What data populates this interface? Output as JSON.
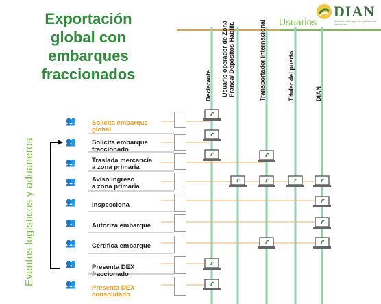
{
  "header": {
    "title_lines": [
      "Exportación",
      "global con",
      "embarques",
      "fraccionados"
    ],
    "usuarios_label": "Usuarios",
    "logo_text": "DIAN",
    "logo_subtitle": "Dirección de Impuestos y Aduanas Nacionales"
  },
  "side_label": "Eventos logísticos y aduaneros",
  "columns": [
    {
      "label": "Declarante"
    },
    {
      "label": "Usuario operador de Zona Franca/ Depósitos Habilit."
    },
    {
      "label": "Transportador internacional"
    },
    {
      "label": "Titular del puerto"
    },
    {
      "label": "DIAN"
    }
  ],
  "events": [
    {
      "line1": "Solicita embarque",
      "line2": "global",
      "color": "#f29a1a"
    },
    {
      "line1": "Solicita embarque",
      "line2": "fraccionado",
      "color": "#1a1a1a"
    },
    {
      "line1": "Traslada mercancía",
      "line2": "a zona primaria",
      "color": "#1a1a1a"
    },
    {
      "line1": "Aviso ingreso",
      "line2": "a zona primaria",
      "color": "#1a1a1a"
    },
    {
      "line1": "Inspecciona",
      "line2": "",
      "color": "#1a1a1a"
    },
    {
      "line1": "Autoriza embarque",
      "line2": "",
      "color": "#1a1a1a"
    },
    {
      "line1": "Certifica embarque",
      "line2": "",
      "color": "#1a1a1a"
    },
    {
      "line1": "Presenta DEX",
      "line2": "fraccionado",
      "color": "#1a1a1a"
    },
    {
      "line1": "Presenta DEX",
      "line2": "consolidado",
      "color": "#f29a1a"
    }
  ],
  "colors": {
    "title": "#2e8b3a",
    "accent_green": "#7bbf45",
    "accent_orange": "#e8a13a",
    "column_line": "#8fd3b0"
  }
}
